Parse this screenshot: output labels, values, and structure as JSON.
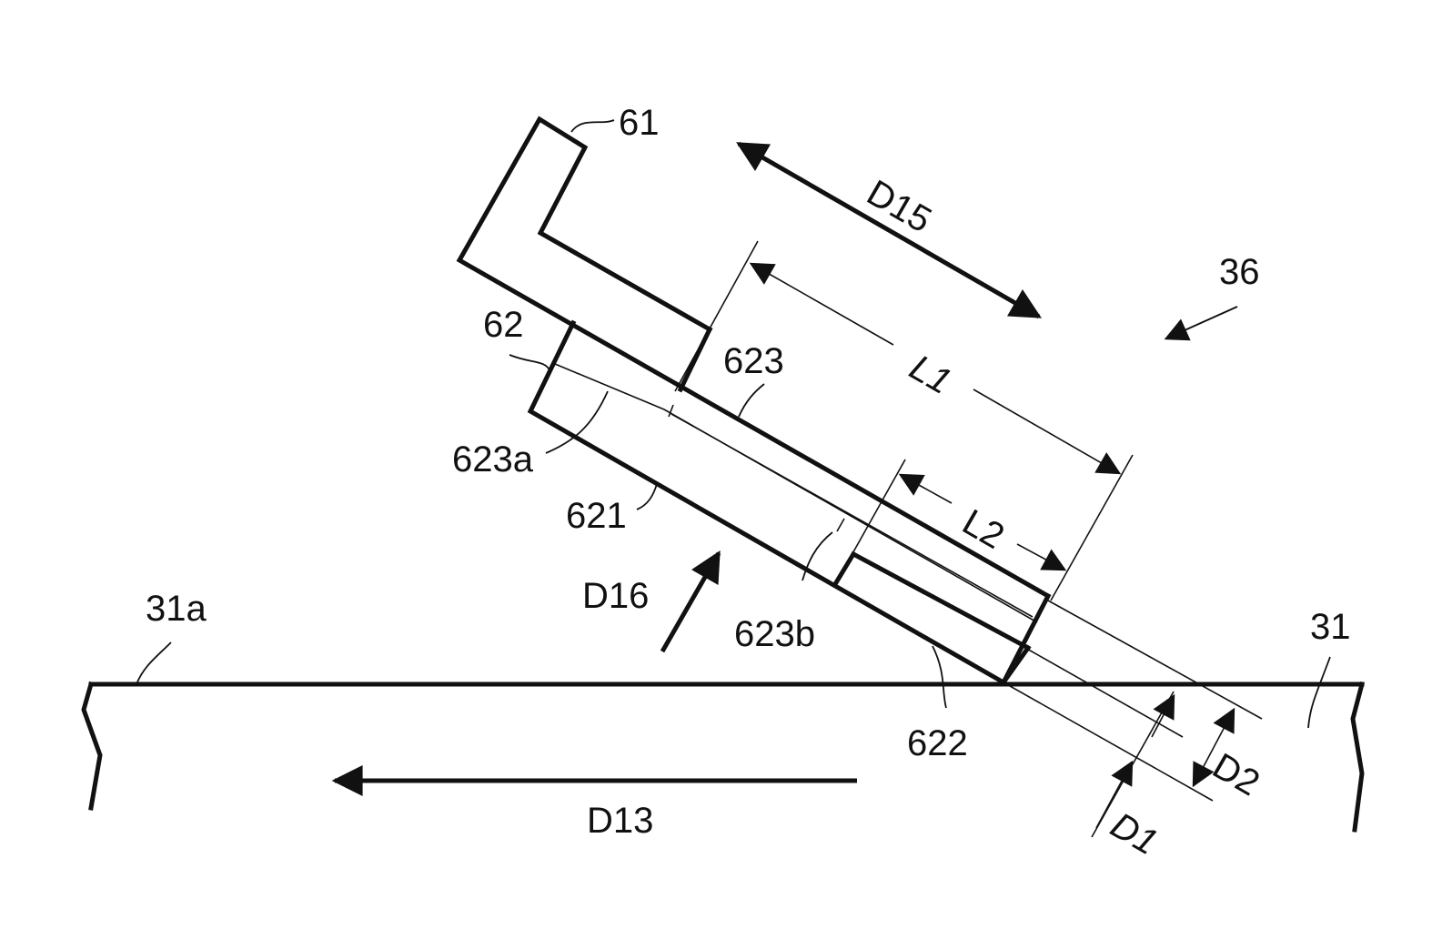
{
  "figure": {
    "labels": {
      "ref_61": "61",
      "ref_62": "62",
      "ref_623": "623",
      "ref_623a": "623a",
      "ref_621": "621",
      "ref_623b": "623b",
      "ref_622": "622",
      "ref_36": "36",
      "ref_31a": "31a",
      "ref_31": "31",
      "dir_D15": "D15",
      "dir_D16": "D16",
      "dir_D13": "D13",
      "dim_L1": "L1",
      "dim_L2": "L2",
      "dim_D1": "D1",
      "dim_D2": "D2"
    }
  }
}
